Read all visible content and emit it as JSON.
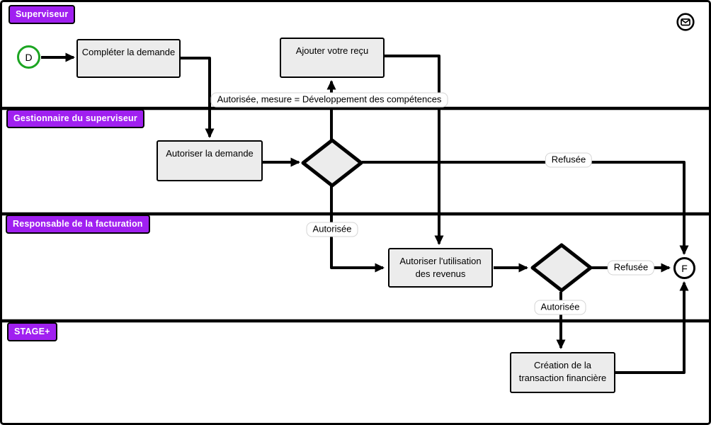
{
  "lanes": [
    "Superviseur",
    "Gestionnaire du superviseur",
    "Responsable de la facturation",
    "STAGE+"
  ],
  "nodes": {
    "start": "D",
    "end": "F",
    "complete_request": "Compléter la demande",
    "add_receipt": "Ajouter votre reçu",
    "authorize_request": "Autoriser la demande",
    "authorize_revenue_use": "Autoriser l'utilisation\ndes revenus",
    "create_financial_transaction": "Création de la\ntransaction financière"
  },
  "edge_labels": {
    "authorized_measure": "Autorisée, mesure = Développement des compétences",
    "request_refused": "Refusée",
    "request_authorized": "Autorisée",
    "revenue_refused": "Refusée",
    "revenue_authorized": "Autorisée"
  },
  "icons": {
    "top_right": "message-envelope-icon"
  },
  "colors": {
    "lane-badge": "#a020f0",
    "lane-badge-text": "#ffffff",
    "node-fill": "#ececec",
    "stroke": "#000000",
    "start-event": "#1ca522",
    "label-border": "#d4d4d4",
    "canvas-bg": "#ffffff"
  }
}
